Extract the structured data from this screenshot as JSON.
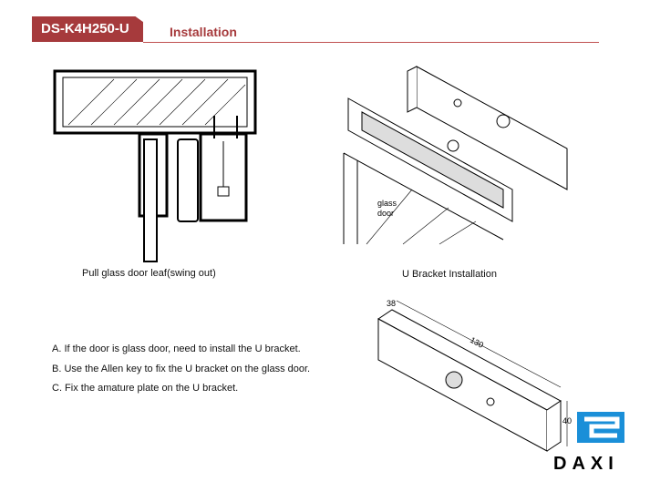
{
  "header": {
    "model": "DS-K4H250-U",
    "section": "Installation"
  },
  "figures": {
    "left_caption": "Pull glass door leaf(swing out)",
    "right_caption": "U Bracket Installation",
    "glass_label_1": "glass",
    "glass_label_2": "door",
    "dim_depth": "38",
    "dim_length": "130",
    "dim_height": "40"
  },
  "steps": [
    "A. If the door is glass door, need to install the U bracket.",
    "B. Use the Allen key to fix the U bracket on the glass door.",
    "C. Fix the amature plate on the U bracket."
  ],
  "logo": {
    "text": "DAXI",
    "color": "#1a8fd8"
  }
}
